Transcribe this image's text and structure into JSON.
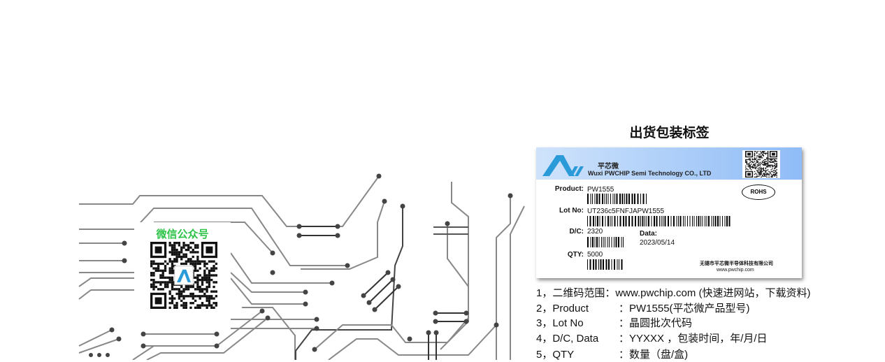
{
  "title": "出货包装标签",
  "wechat": {
    "title": "微信公众号"
  },
  "label": {
    "brand_cn": "平芯微",
    "company_en": "Wuxi PWCHIP Semi Technology CO., LTD",
    "rohs": "ROHS",
    "fields": {
      "product_label": "Product:",
      "product_value": "PW1555",
      "lot_label": "Lot No:",
      "lot_value": "UT236c5FNFJAPW1555",
      "dc_label": "D/C:",
      "dc_value": "2320",
      "data_label": "Data:",
      "data_value": "2023/05/14",
      "qty_label": "QTY:",
      "qty_value": "5000"
    },
    "footer_company": "无锡市平芯微半导体科技有限公司",
    "footer_url": "www.pwchip.com"
  },
  "notes": [
    {
      "key": "1，二维码范围：",
      "value": "www.pwchip.com (快速进网站，下载资料)"
    },
    {
      "key": "2，Product",
      "value": "：PW1555(平芯微产品型号)"
    },
    {
      "key": "3，Lot No",
      "value": "：晶圆批次代码"
    },
    {
      "key": "4，D/C, Data",
      "value": "：YYXXX ，包装时间，年/月/日"
    },
    {
      "key": "5，QTY",
      "value": "：数量（盘/盒)"
    }
  ],
  "colors": {
    "accent_green": "#2fc34a",
    "label_blue": "#8fbcf7",
    "logo_blue": "#2a9ad8"
  }
}
